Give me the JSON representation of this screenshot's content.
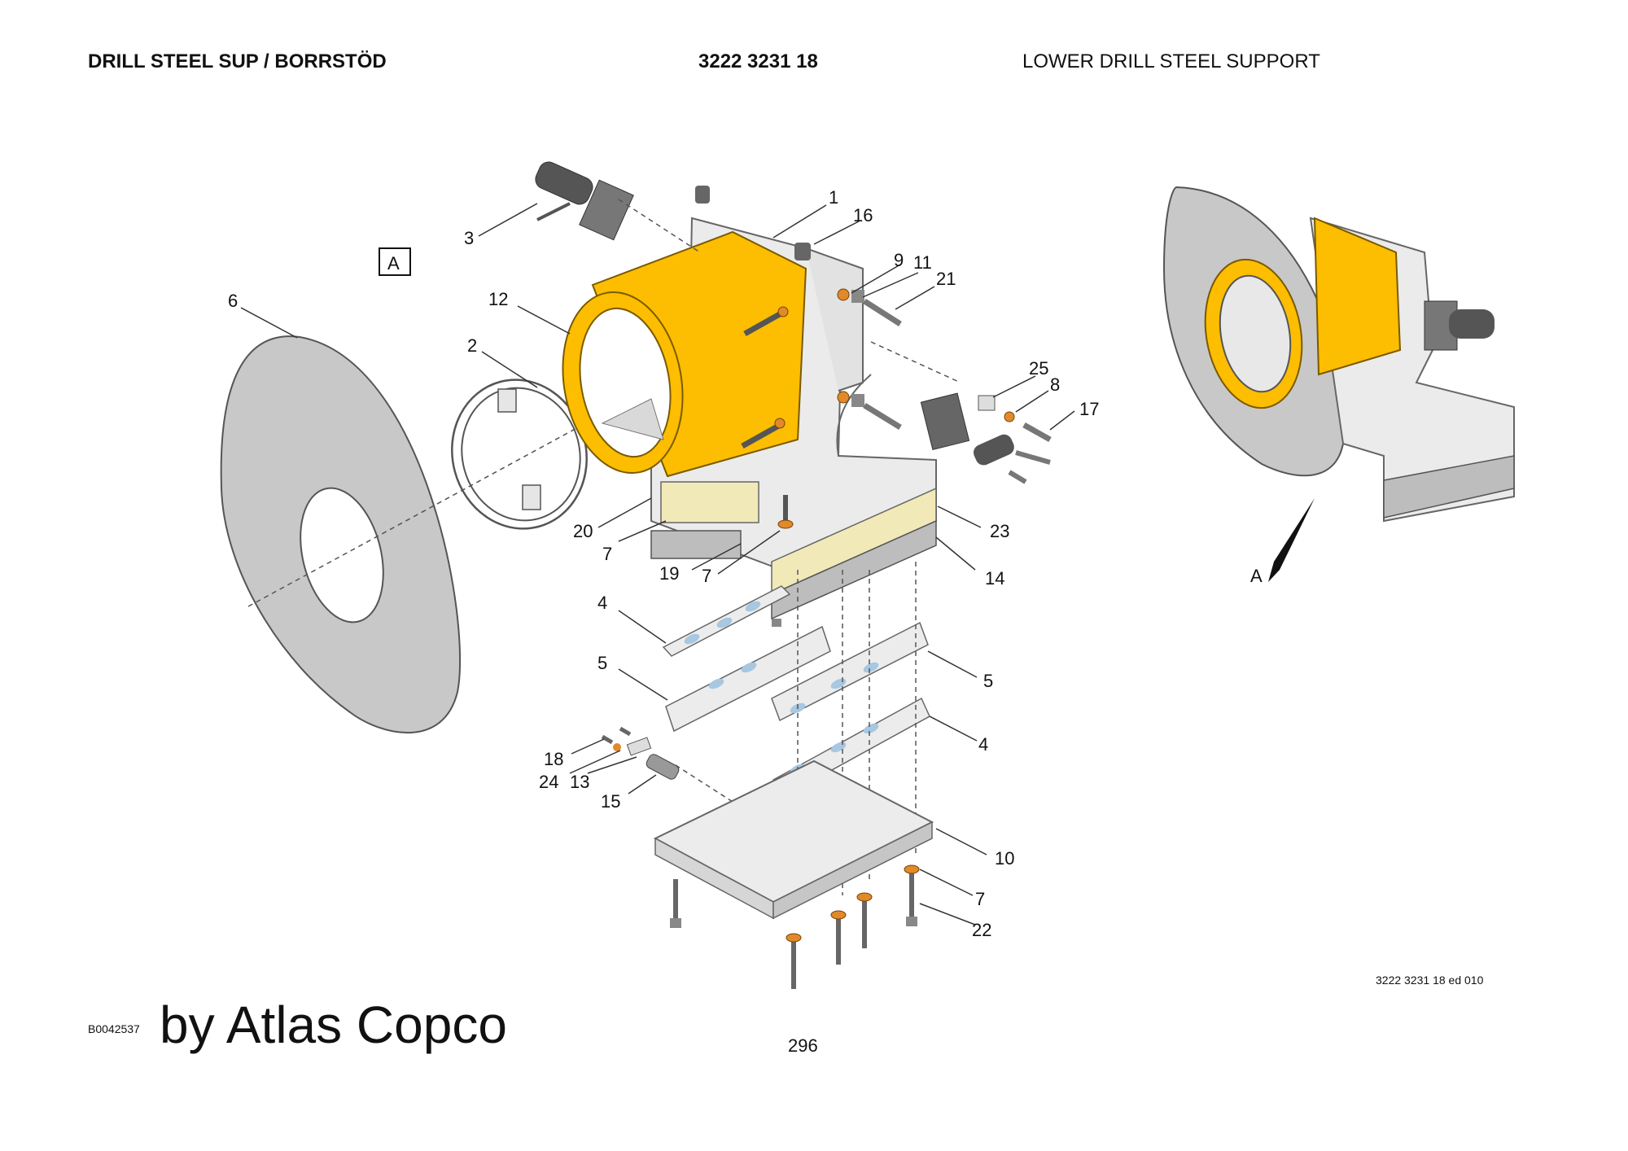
{
  "header": {
    "left": "DRILL STEEL SUP / BORRSTÖD",
    "center": "3222 3231 18",
    "right": "LOWER DRILL STEEL SUPPORT"
  },
  "view_marker": "A",
  "view_arrow_label": "A",
  "callouts": [
    "1",
    "16",
    "3",
    "9",
    "11",
    "21",
    "12",
    "2",
    "6",
    "25",
    "8",
    "17",
    "20",
    "7",
    "19",
    "7",
    "23",
    "14",
    "4",
    "5",
    "5",
    "4",
    "18",
    "24",
    "13",
    "15",
    "10",
    "7",
    "22"
  ],
  "footer": {
    "drawing_ref": "3222 3231 18 ed 010",
    "doc_id": "B0042537",
    "brand": "by Atlas Copco",
    "page_number": "296"
  },
  "colors": {
    "accent_yellow": "#FDBD00",
    "part_grey": "#e6e6e6",
    "shield_grey": "#c8c8c8",
    "washer_orange": "#e08a2c",
    "shim_cream": "#f1e9b8"
  }
}
